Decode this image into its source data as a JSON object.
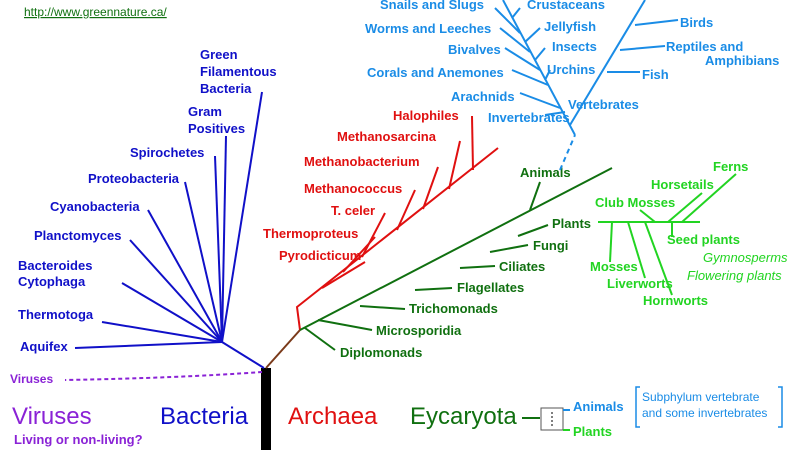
{
  "url": "http://www.greennature.ca/",
  "colors": {
    "bacteria": "#1010c8",
    "archaea": "#e01010",
    "eucarya": "#107010",
    "plants": "#22d422",
    "animals": "#1a8ce6",
    "viruses": "#8a22d6",
    "root": "#000000",
    "stem_brown": "#7a3a1a"
  },
  "bacteria": {
    "aquifex": "Aquifex",
    "thermotoga": "Thermotoga",
    "bacteroides_1": "Bacteroides",
    "bacteroides_2": "Cytophaga",
    "planctomyces": "Planctomyces",
    "cyanobacteria": "Cyanobacteria",
    "proteobacteria": "Proteobacteria",
    "spirochetes": "Spirochetes",
    "gram_1": "Gram",
    "gram_2": "Positives",
    "green_1": "Green",
    "green_2": "Filamentous",
    "green_3": "Bacteria"
  },
  "archaea": {
    "halophiles": "Halophiles",
    "methanosarcina": "Methanosarcina",
    "methanobacterium": "Methanobacterium",
    "methanococcus": "Methanococcus",
    "t_celer": "T. celer",
    "thermoproteus": "Thermoproteus",
    "pyrodicticum": "Pyrodicticum"
  },
  "eucarya": {
    "diplomonads": "Diplomonads",
    "microsporidia": "Microsporidia",
    "trichomonads": "Trichomonads",
    "flagellates": "Flagellates",
    "ciliates": "Ciliates",
    "fungi": "Fungi",
    "plants": "Plants",
    "animals": "Animals"
  },
  "plants": {
    "ferns": "Ferns",
    "horsetails": "Horsetails",
    "club_mosses": "Club Mosses",
    "seed_plants": "Seed plants",
    "gymnosperms": "Gymnosperms",
    "flowering": "Flowering plants",
    "mosses": "Mosses",
    "liverworts": "Liverworts",
    "hornworts": "Hornworts"
  },
  "animals": {
    "snails": "Snails and Slugs",
    "crustaceans": "Crustaceans",
    "worms": "Worms and Leeches",
    "jellyfish": "Jellyfish",
    "bivalves": "Bivalves",
    "insects": "Insects",
    "corals": "Corals and Anemones",
    "urchins": "Urchins",
    "arachnids": "Arachnids",
    "invertebrates": "Invertebrates",
    "vertebrates": "Vertebrates",
    "birds": "Birds",
    "reptiles_1": "Reptiles and",
    "reptiles_2": "Amphibians",
    "fish": "Fish"
  },
  "viruses_label": "Viruses",
  "domains": {
    "viruses": "Viruses",
    "bacteria": "Bacteria",
    "archaea": "Archaea",
    "eucarya": "Eycaryota",
    "viruses_note": "Living or non-living?"
  },
  "legend": {
    "animals": "Animals",
    "plants": "Plants",
    "note_1": "Subphylum vertebrate",
    "note_2": "and some invertebrates"
  }
}
